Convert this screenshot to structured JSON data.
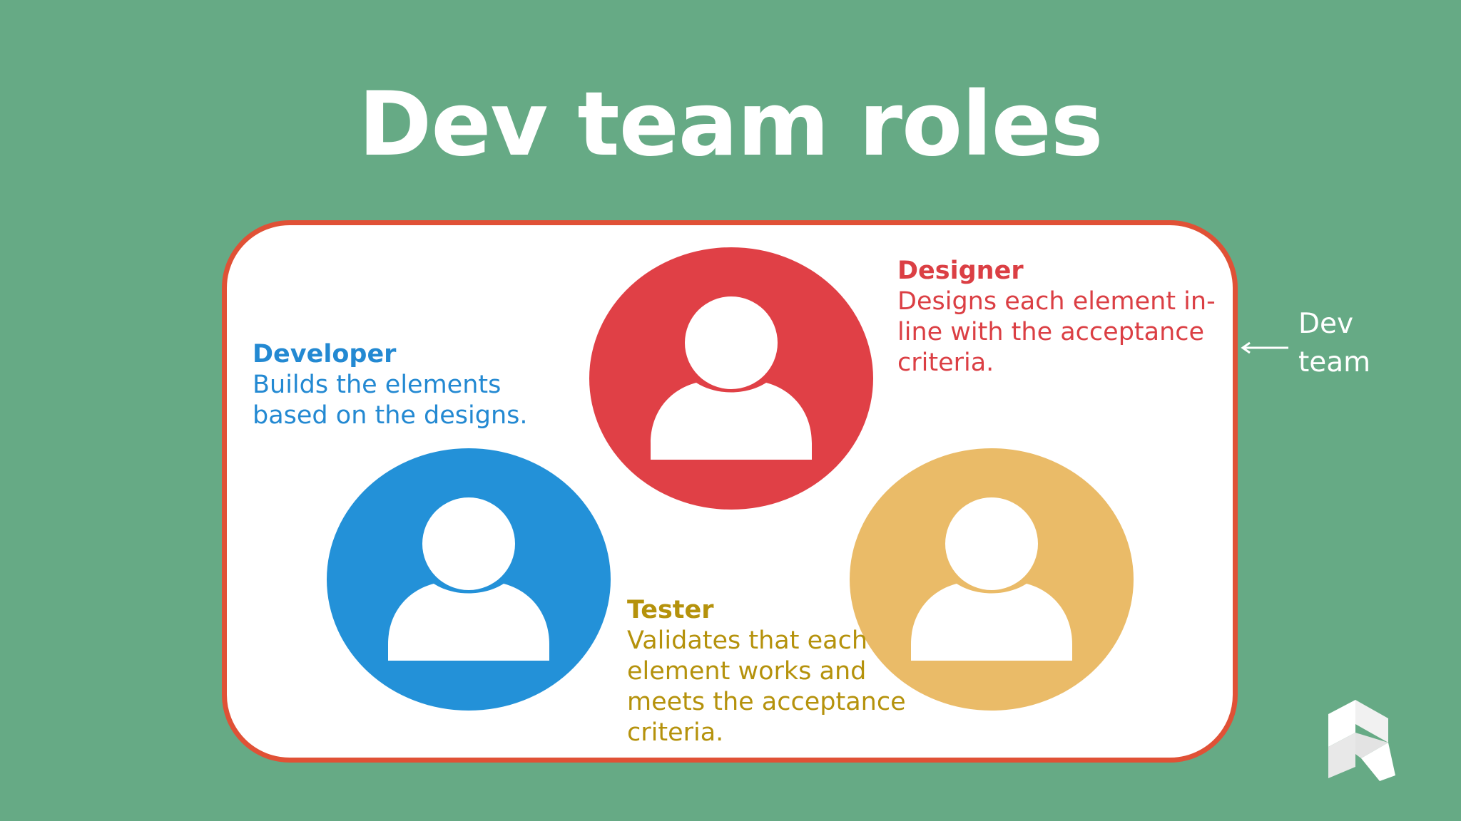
{
  "title": "Dev team roles",
  "team_label": "Dev team",
  "roles": {
    "designer": {
      "name": "Designer",
      "description": "Designs each element in-line with the acceptance criteria.",
      "color": "#db3f44",
      "icon": "person-icon"
    },
    "developer": {
      "name": "Developer",
      "description": "Builds the elements based on the designs.",
      "color": "#2389d2",
      "icon": "person-icon"
    },
    "tester": {
      "name": "Tester",
      "description": "Validates that each element works and meets the acceptance criteria.",
      "color": "#b5920c",
      "icon": "person-icon"
    }
  },
  "colors": {
    "background": "#66aa85",
    "team_border": "#e05136",
    "designer_circle": "#e04046",
    "developer_circle": "#2391d8",
    "tester_circle": "#eabb68"
  }
}
